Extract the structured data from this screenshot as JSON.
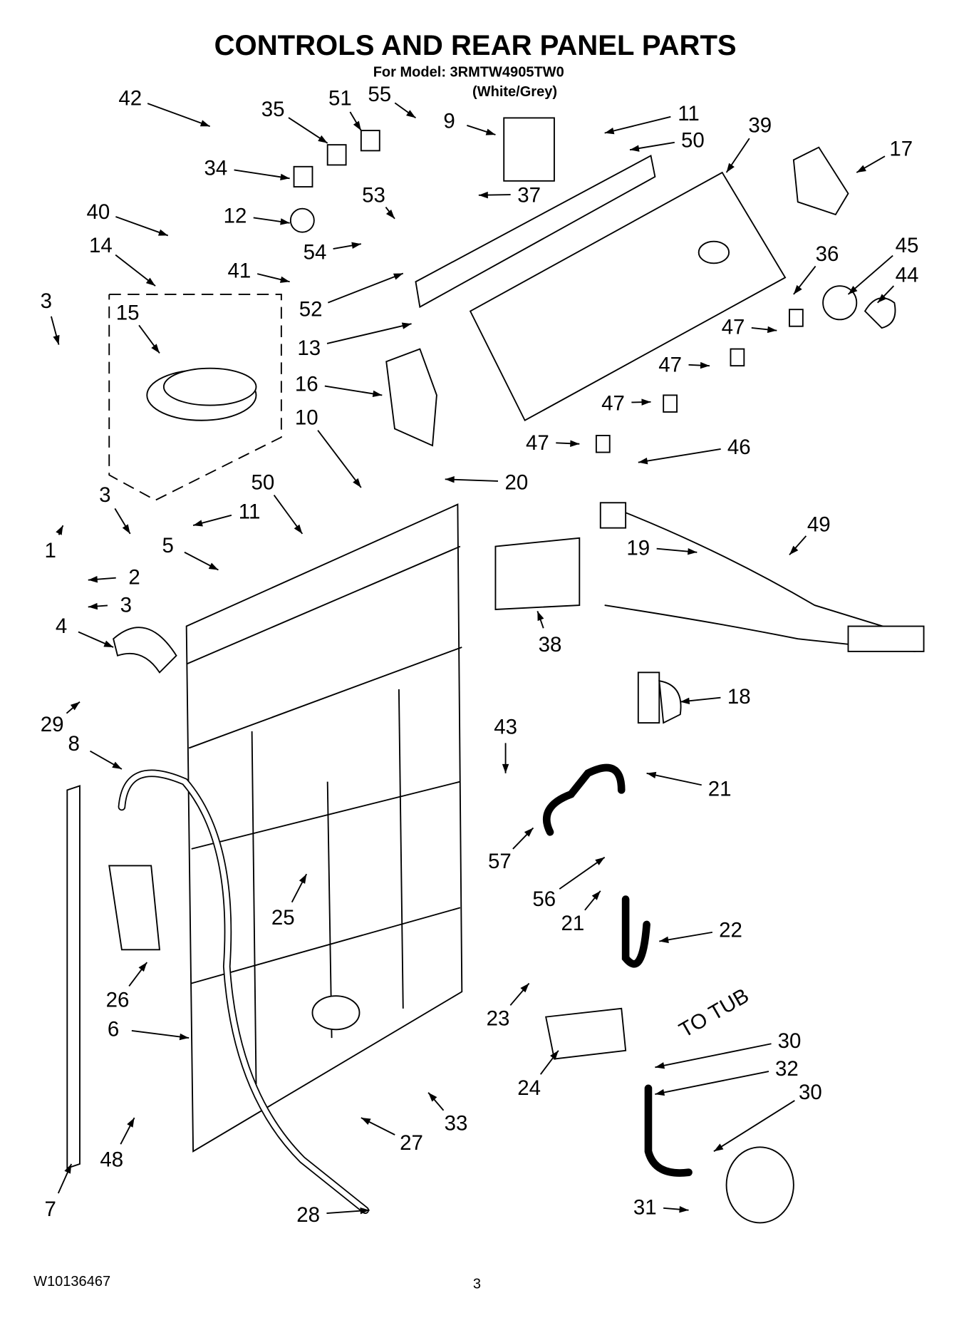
{
  "header": {
    "title": "CONTROLS AND REAR PANEL PARTS",
    "model": "For Model: 3RMTW4905TW0",
    "color": "(White/Grey)"
  },
  "callouts": [
    "42",
    "35",
    "51",
    "55",
    "9",
    "11",
    "50",
    "39",
    "17",
    "34",
    "53",
    "37",
    "40",
    "12",
    "14",
    "54",
    "41",
    "36",
    "45",
    "44",
    "52",
    "3",
    "15",
    "13",
    "47",
    "47",
    "47",
    "47",
    "16",
    "10",
    "46",
    "20",
    "3",
    "50",
    "11",
    "1",
    "49",
    "19",
    "5",
    "2",
    "3",
    "38",
    "4",
    "18",
    "29",
    "8",
    "43",
    "21",
    "57",
    "56",
    "21",
    "22",
    "25",
    "26",
    "23",
    "6",
    "24",
    "30",
    "32",
    "30",
    "33",
    "27",
    "48",
    "7",
    "28",
    "31"
  ],
  "annotation": "TO TUB",
  "footer": {
    "doc_number": "W10136467",
    "page": "3"
  }
}
